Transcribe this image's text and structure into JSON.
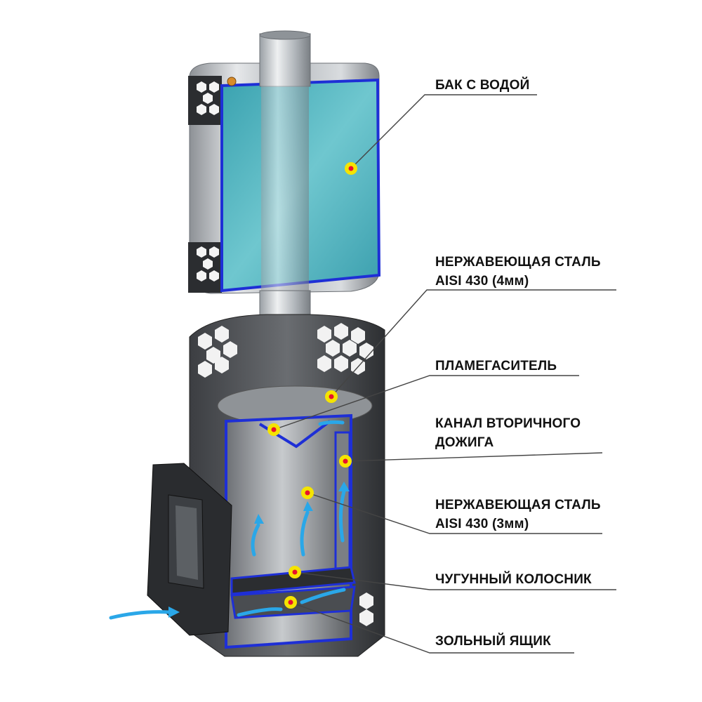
{
  "callouts": [
    {
      "id": "water-tank",
      "lines": [
        "БАК С ВОДОЙ"
      ]
    },
    {
      "id": "steel-4mm",
      "lines": [
        "НЕРЖАВЕЮЩАЯ СТАЛЬ",
        "AISI 430  (4мм)"
      ]
    },
    {
      "id": "flame-arrester",
      "lines": [
        "ПЛАМЕГАСИТЕЛЬ"
      ]
    },
    {
      "id": "afterburn-channel",
      "lines": [
        "КАНАЛ ВТОРИЧНОГО",
        "ДОЖИГА"
      ]
    },
    {
      "id": "steel-3mm",
      "lines": [
        "НЕРЖАВЕЮЩАЯ СТАЛЬ",
        "AISI 430  (3мм)"
      ]
    },
    {
      "id": "grate",
      "lines": [
        "ЧУГУННЫЙ КОЛОСНИК"
      ]
    },
    {
      "id": "ash-box",
      "lines": [
        "ЗОЛЬНЫЙ ЯЩИК"
      ]
    }
  ],
  "colors": {
    "marker_fill": "#f5e400",
    "marker_dot": "#e8112d",
    "water": "#4fb3bf",
    "outline": "#1e2fd6",
    "airflow": "#2aa7e8",
    "leader": "#444444"
  }
}
